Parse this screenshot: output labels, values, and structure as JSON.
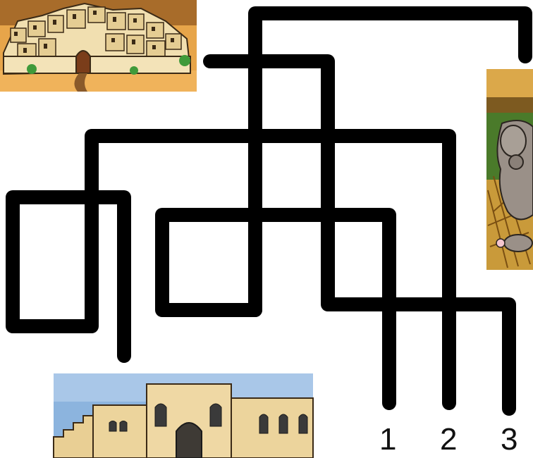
{
  "puzzle": {
    "type": "maze",
    "exit_labels": [
      "1",
      "2",
      "3"
    ]
  },
  "pictures": [
    {
      "name": "walled-city-illustration"
    },
    {
      "name": "stable-animal-illustration"
    },
    {
      "name": "town-gate-illustration"
    }
  ],
  "colors": {
    "path": "#000000",
    "sand": "#e8c98a",
    "sky": "#7fa9d6",
    "straw": "#b9892c"
  }
}
